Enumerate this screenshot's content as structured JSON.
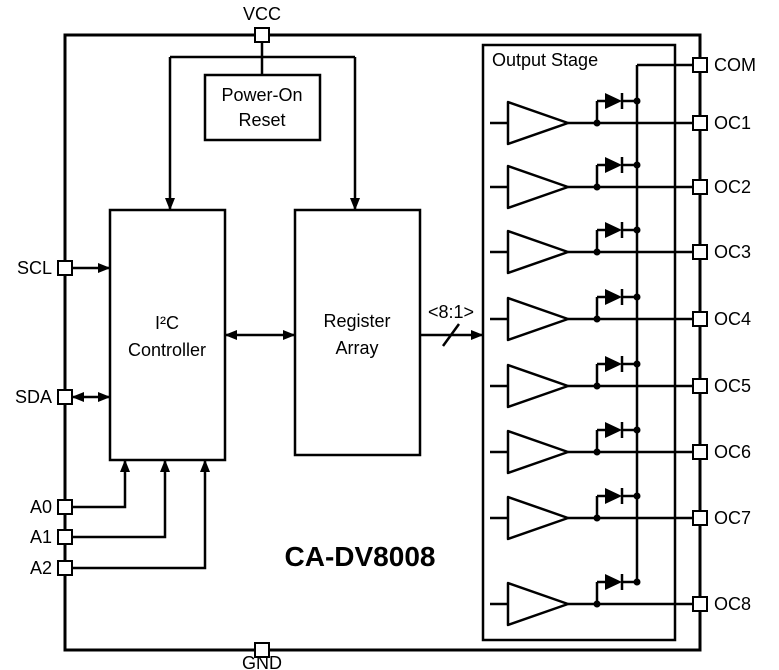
{
  "diagram": {
    "title": "CA-DV8008",
    "blocks": {
      "power_on_reset": {
        "line1": "Power-On",
        "line2": "Reset"
      },
      "i2c_controller": {
        "line1": "I²C",
        "line2": "Controller"
      },
      "register_array": {
        "line1": "Register",
        "line2": "Array"
      },
      "output_stage": {
        "label": "Output Stage"
      }
    },
    "bus_label": "<8:1>",
    "pins": {
      "vcc": "VCC",
      "gnd": "GND",
      "scl": "SCL",
      "sda": "SDA",
      "a0": "A0",
      "a1": "A1",
      "a2": "A2",
      "com": "COM",
      "oc": [
        "OC1",
        "OC2",
        "OC3",
        "OC4",
        "OC5",
        "OC6",
        "OC7",
        "OC8"
      ]
    }
  }
}
